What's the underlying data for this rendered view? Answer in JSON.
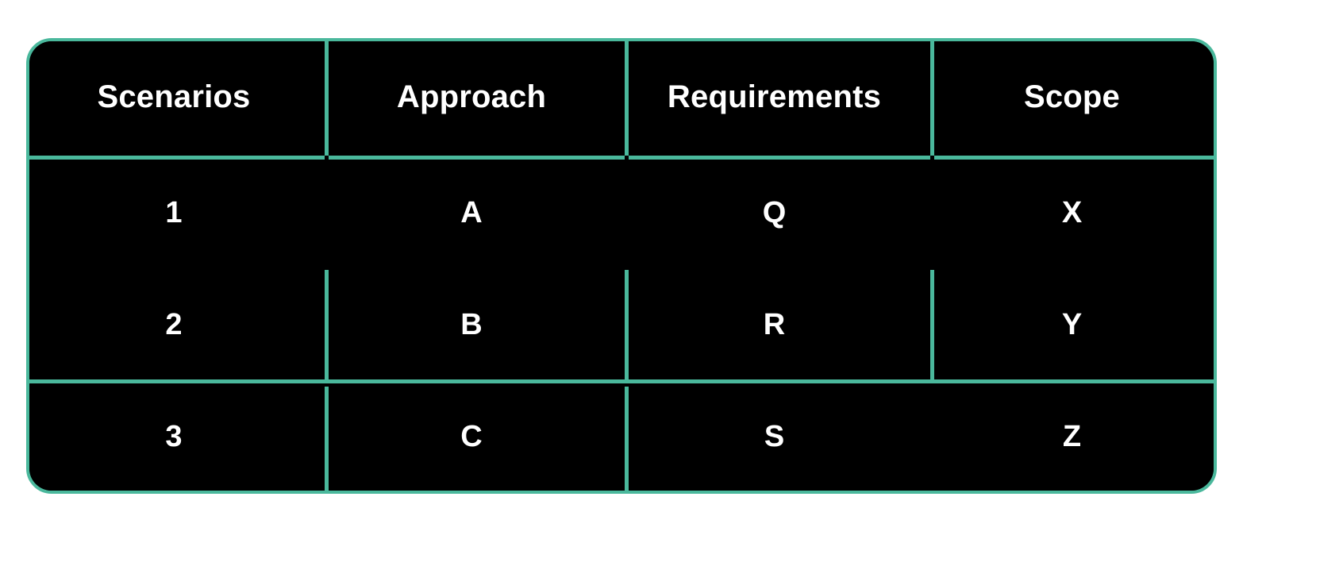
{
  "colors": {
    "accent_teal": "#4AB89C",
    "danger_red": "#B84A4E",
    "background": "#000000",
    "text": "#FFFFFF",
    "page": "#FFFFFF"
  },
  "table": {
    "headers": [
      {
        "key": "scenarios",
        "label": "Scenarios"
      },
      {
        "key": "approach",
        "label": "Approach"
      },
      {
        "key": "requirements",
        "label": "Requirements"
      },
      {
        "key": "scope",
        "label": "Scope"
      }
    ],
    "rows": [
      {
        "key": "row-1",
        "cells": [
          {
            "label": "1",
            "fill": "teal"
          },
          {
            "label": "A",
            "fill": "teal"
          },
          {
            "label": "Q",
            "fill": "teal"
          },
          {
            "label": "X",
            "fill": "teal"
          }
        ]
      },
      {
        "key": "row-2",
        "cells": [
          {
            "label": "2",
            "fill": "none"
          },
          {
            "label": "B",
            "fill": "red"
          },
          {
            "label": "R",
            "fill": "none"
          },
          {
            "label": "Y",
            "fill": "none"
          }
        ]
      },
      {
        "key": "row-3",
        "cells": [
          {
            "label": "3",
            "fill": "none"
          },
          {
            "label": "C",
            "fill": "none"
          },
          {
            "label": "S",
            "fill": "red"
          },
          {
            "label": "Z",
            "fill": "red"
          }
        ]
      }
    ]
  }
}
